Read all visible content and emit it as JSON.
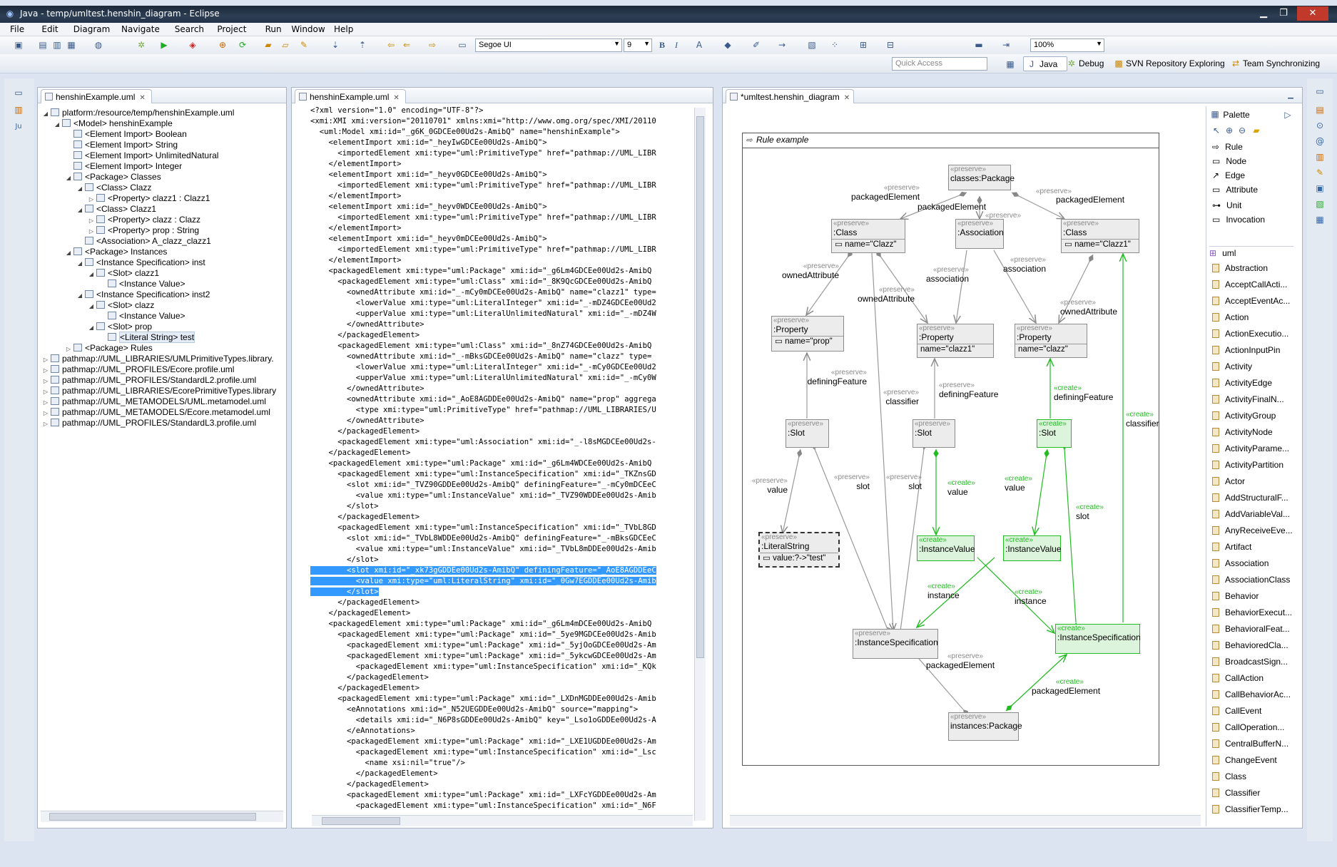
{
  "window": {
    "title": "Java - temp/umltest.henshin_diagram - Eclipse"
  },
  "menu": [
    "File",
    "Edit",
    "Diagram",
    "Navigate",
    "Search",
    "Project",
    "Run",
    "Window",
    "Help"
  ],
  "toolbar": {
    "font": "Segoe UI",
    "size": "9",
    "bold": "B",
    "italic": "I",
    "zoom": "100%"
  },
  "perspectives": {
    "quick_access_placeholder": "Quick Access",
    "items": [
      "Java",
      "Debug",
      "SVN Repository Exploring",
      "Team Synchronizing"
    ]
  },
  "tree_panel": {
    "tab": "henshinExample.uml",
    "rows": [
      {
        "label": "platform:/resource/temp/henshinExample.uml",
        "indent": 0,
        "tw": "◢"
      },
      {
        "label": "<Model> henshinExample",
        "indent": 1,
        "tw": "◢"
      },
      {
        "label": "<Element Import> Boolean",
        "indent": 2,
        "tw": ""
      },
      {
        "label": "<Element Import> String",
        "indent": 2,
        "tw": ""
      },
      {
        "label": "<Element Import> UnlimitedNatural",
        "indent": 2,
        "tw": ""
      },
      {
        "label": "<Element Import> Integer",
        "indent": 2,
        "tw": ""
      },
      {
        "label": "<Package> Classes",
        "indent": 2,
        "tw": "◢"
      },
      {
        "label": "<Class> Clazz",
        "indent": 3,
        "tw": "◢"
      },
      {
        "label": "<Property> clazz1 : Clazz1",
        "indent": 4,
        "tw": "▷"
      },
      {
        "label": "<Class> Clazz1",
        "indent": 3,
        "tw": "◢"
      },
      {
        "label": "<Property> clazz : Clazz",
        "indent": 4,
        "tw": "▷"
      },
      {
        "label": "<Property> prop : String",
        "indent": 4,
        "tw": "▷"
      },
      {
        "label": "<Association> A_clazz_clazz1",
        "indent": 3,
        "tw": ""
      },
      {
        "label": "<Package> Instances",
        "indent": 2,
        "tw": "◢"
      },
      {
        "label": "<Instance Specification> inst",
        "indent": 3,
        "tw": "◢"
      },
      {
        "label": "<Slot> clazz1",
        "indent": 4,
        "tw": "◢"
      },
      {
        "label": "<Instance Value>",
        "indent": 5,
        "tw": ""
      },
      {
        "label": "<Instance Specification> inst2",
        "indent": 3,
        "tw": "◢"
      },
      {
        "label": "<Slot> clazz",
        "indent": 4,
        "tw": "◢"
      },
      {
        "label": "<Instance Value>",
        "indent": 5,
        "tw": ""
      },
      {
        "label": "<Slot> prop",
        "indent": 4,
        "tw": "◢"
      },
      {
        "label": "<Literal String> test",
        "indent": 5,
        "tw": ""
      },
      {
        "label": "<Package> Rules",
        "indent": 2,
        "tw": "▷"
      },
      {
        "label": "pathmap://UML_LIBRARIES/UMLPrimitiveTypes.library.",
        "indent": 0,
        "tw": "▷"
      },
      {
        "label": "pathmap://UML_PROFILES/Ecore.profile.uml",
        "indent": 0,
        "tw": "▷"
      },
      {
        "label": "pathmap://UML_PROFILES/StandardL2.profile.uml",
        "indent": 0,
        "tw": "▷"
      },
      {
        "label": "pathmap://UML_LIBRARIES/EcorePrimitiveTypes.library",
        "indent": 0,
        "tw": "▷"
      },
      {
        "label": "pathmap://UML_METAMODELS/UML.metamodel.uml",
        "indent": 0,
        "tw": "▷"
      },
      {
        "label": "pathmap://UML_METAMODELS/Ecore.metamodel.uml",
        "indent": 0,
        "tw": "▷"
      },
      {
        "label": "pathmap://UML_PROFILES/StandardL3.profile.uml",
        "indent": 0,
        "tw": "▷"
      }
    ]
  },
  "xml_panel": {
    "tab": "henshinExample.uml",
    "lines": [
      "<?xml version=\"1.0\" encoding=\"UTF-8\"?>",
      "<xmi:XMI xmi:version=\"20110701\" xmlns:xmi=\"http://www.omg.org/spec/XMI/20110",
      "  <uml:Model xmi:id=\"_g6K_0GDCEe00Ud2s-AmibQ\" name=\"henshinExample\">",
      "    <elementImport xmi:id=\"_heyIwGDCEe00Ud2s-AmibQ\">",
      "      <importedElement xmi:type=\"uml:PrimitiveType\" href=\"pathmap://UML_LIBR",
      "    </elementImport>",
      "    <elementImport xmi:id=\"_heyv0GDCEe00Ud2s-AmibQ\">",
      "      <importedElement xmi:type=\"uml:PrimitiveType\" href=\"pathmap://UML_LIBR",
      "    </elementImport>",
      "    <elementImport xmi:id=\"_heyv0WDCEe00Ud2s-AmibQ\">",
      "      <importedElement xmi:type=\"uml:PrimitiveType\" href=\"pathmap://UML_LIBR",
      "    </elementImport>",
      "    <elementImport xmi:id=\"_heyv0mDCEe00Ud2s-AmibQ\">",
      "      <importedElement xmi:type=\"uml:PrimitiveType\" href=\"pathmap://UML_LIBR",
      "    </elementImport>",
      "    <packagedElement xmi:type=\"uml:Package\" xmi:id=\"_g6Lm4GDCEe00Ud2s-AmibQ",
      "      <packagedElement xmi:type=\"uml:Class\" xmi:id=\"_8K9QcGDCEe00Ud2s-AmibQ",
      "        <ownedAttribute xmi:id=\"_-mCy0mDCEe00Ud2s-AmibQ\" name=\"clazz1\" type=",
      "          <lowerValue xmi:type=\"uml:LiteralInteger\" xmi:id=\"_-mDZ4GDCEe00Ud2",
      "          <upperValue xmi:type=\"uml:LiteralUnlimitedNatural\" xmi:id=\"_-mDZ4W",
      "        </ownedAttribute>",
      "      </packagedElement>",
      "      <packagedElement xmi:type=\"uml:Class\" xmi:id=\"_8nZ74GDCEe00Ud2s-AmibQ",
      "        <ownedAttribute xmi:id=\"_-mBksGDCEe00Ud2s-AmibQ\" name=\"clazz\" type=",
      "          <lowerValue xmi:type=\"uml:LiteralInteger\" xmi:id=\"_-mCy0GDCEe00Ud2",
      "          <upperValue xmi:type=\"uml:LiteralUnlimitedNatural\" xmi:id=\"_-mCy0W",
      "        </ownedAttribute>",
      "        <ownedAttribute xmi:id=\"_AoE8AGDDEe00Ud2s-AmibQ\" name=\"prop\" aggrega",
      "          <type xmi:type=\"uml:PrimitiveType\" href=\"pathmap://UML_LIBRARIES/U",
      "        </ownedAttribute>",
      "      </packagedElement>",
      "      <packagedElement xmi:type=\"uml:Association\" xmi:id=\"_-l8sMGDCEe00Ud2s-",
      "    </packagedElement>",
      "    <packagedElement xmi:type=\"uml:Package\" xmi:id=\"_g6Lm4WDCEe00Ud2s-AmibQ",
      "      <packagedElement xmi:type=\"uml:InstanceSpecification\" xmi:id=\"_TKZnsGD",
      "        <slot xmi:id=\"_TVZ90GDDEe00Ud2s-AmibQ\" definingFeature=\"_-mCy0mDCEeC",
      "          <value xmi:type=\"uml:InstanceValue\" xmi:id=\"_TVZ90WDDEe00Ud2s-Amib",
      "        </slot>",
      "      </packagedElement>",
      "      <packagedElement xmi:type=\"uml:InstanceSpecification\" xmi:id=\"_TVbL8GD",
      "        <slot xmi:id=\"_TVbL8WDDEe00Ud2s-AmibQ\" definingFeature=\"_-mBksGDCEeC",
      "          <value xmi:type=\"uml:InstanceValue\" xmi:id=\"_TVbL8mDDEe00Ud2s-Amib",
      "        </slot>",
      "        <slot xmi:id=\"_xk73gGDDEe00Ud2s-AmibQ\" definingFeature=\"_AoE8AGDDEeC",
      "          <value xmi:type=\"uml:LiteralString\" xmi:id=\"_0Gw7EGDDEe00Ud2s-Amib",
      "        </slot>",
      "      </packagedElement>",
      "    </packagedElement>",
      "    <packagedElement xmi:type=\"uml:Package\" xmi:id=\"_g6Lm4mDCEe00Ud2s-AmibQ",
      "      <packagedElement xmi:type=\"uml:Package\" xmi:id=\"_5ye9MGDCEe00Ud2s-Amib",
      "        <packagedElement xmi:type=\"uml:Package\" xmi:id=\"_5yjOoGDCEe00Ud2s-Am",
      "        <packagedElement xmi:type=\"uml:Package\" xmi:id=\"_5ykcwGDCEe00Ud2s-Am",
      "          <packagedElement xmi:type=\"uml:InstanceSpecification\" xmi:id=\"_KQk",
      "        </packagedElement>",
      "      </packagedElement>",
      "      <packagedElement xmi:type=\"uml:Package\" xmi:id=\"_LXDnMGDDEe00Ud2s-Amib",
      "        <eAnnotations xmi:id=\"_N52UEGDDEe00Ud2s-AmibQ\" source=\"mapping\">",
      "          <details xmi:id=\"_N6P8sGDDEe00Ud2s-AmibQ\" key=\"_Lso1oGDDEe00Ud2s-A",
      "        </eAnnotations>",
      "        <packagedElement xmi:type=\"uml:Package\" xmi:id=\"_LXE1UGDDEe00Ud2s-Am",
      "          <packagedElement xmi:type=\"uml:InstanceSpecification\" xmi:id=\"_Lsc",
      "            <name xsi:nil=\"true\"/>",
      "          </packagedElement>",
      "        </packagedElement>",
      "        <packagedElement xmi:type=\"uml:Package\" xmi:id=\"_LXFcYGDDEe00Ud2s-Am",
      "          <packagedElement xmi:type=\"uml:InstanceSpecification\" xmi:id=\"_N6F"
    ]
  },
  "diagram_panel": {
    "tab": "*umltest.henshin_diagram",
    "rule_title": "Rule example",
    "stereo_preserve": "«preserve»",
    "stereo_create": "«create»",
    "nodes": {
      "classes_pkg": {
        "name": "classes:Package"
      },
      "class1": {
        "name": ":Class",
        "attr": "name=\"Clazz\""
      },
      "assoc": {
        "name": ":Association"
      },
      "class2": {
        "name": ":Class",
        "attr": "name=\"Clazz1\""
      },
      "prop1": {
        "name": ":Property",
        "attr": "name=\"prop\""
      },
      "prop2": {
        "name": ":Property",
        "attr": "name=\"clazz1\""
      },
      "prop3": {
        "name": ":Property",
        "attr": "name=\"clazz\""
      },
      "slot1": {
        "name": ":Slot"
      },
      "slot2": {
        "name": ":Slot"
      },
      "slot3": {
        "name": ":Slot"
      },
      "lit": {
        "name": ":LiteralString",
        "attr": "value:?->\"test\""
      },
      "iv1": {
        "name": ":InstanceValue"
      },
      "iv2": {
        "name": ":InstanceValue"
      },
      "is1": {
        "name": ":InstanceSpecification"
      },
      "is2": {
        "name": ":InstanceSpecification"
      },
      "inst_pkg": {
        "name": "instances:Package"
      }
    },
    "edge_labels": {
      "packagedElement": "packagedElement",
      "ownedAttribute": "ownedAttribute",
      "association": "association",
      "definingFeature": "definingFeature",
      "classifier": "classifier",
      "value": "value",
      "slot": "slot",
      "instance": "instance"
    }
  },
  "palette": {
    "title": "Palette",
    "tools": [
      "Rule",
      "Node",
      "Edge",
      "Attribute",
      "Unit",
      "Invocation"
    ],
    "section": "uml",
    "items": [
      "Abstraction",
      "AcceptCallActi...",
      "AcceptEventAc...",
      "Action",
      "ActionExecutio...",
      "ActionInputPin",
      "Activity",
      "ActivityEdge",
      "ActivityFinalN...",
      "ActivityGroup",
      "ActivityNode",
      "ActivityParame...",
      "ActivityPartition",
      "Actor",
      "AddStructuralF...",
      "AddVariableVal...",
      "AnyReceiveEve...",
      "Artifact",
      "Association",
      "AssociationClass",
      "Behavior",
      "BehaviorExecut...",
      "BehavioralFeat...",
      "BehavioredCla...",
      "BroadcastSign...",
      "CallAction",
      "CallBehaviorAc...",
      "CallEvent",
      "CallOperation...",
      "CentralBufferN...",
      "ChangeEvent",
      "Class",
      "Classifier",
      "ClassifierTemp..."
    ]
  }
}
